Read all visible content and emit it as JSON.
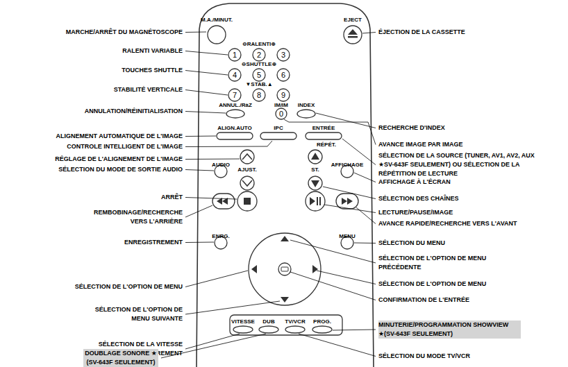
{
  "diagram": {
    "labels": [
      "MARCHE/ARRÊT DU MAGNÉTOSCOPE",
      "RALENTI VARIABLE",
      "TOUCHES SHUTTLE",
      "STABILITÉ VERTICALE",
      "ANNULATION/RÉINITIALISATION",
      "ALIGNEMENT AUTOMATIQUE DE L'IMAGE",
      "CONTROLE INTELLIGENT DE L'IMAGE",
      "RÉGLAGE DE L'ALIGNEMENT DE L'IMAGE",
      "SÉLECTION DU MODE DE SORTIE AUDIO",
      "ARRÊT",
      "REMBOBINAGE/RECHERCHE VERS L'ARRIÈRE",
      "ENREGISTREMENT",
      "SÉLECTION DE L'OPTION DE MENU",
      "SÉLECTION DE L'OPTION DE MENU SUIVANTE",
      "SÉLECTION DE LA VITESSE D'ENREGISTREMENT",
      "DOUBLAGE SONORE ★ (SV-643F SEULEMENT)",
      "ÉJECTION DE LA CASSETTE",
      "RECHERCHE D'INDEX",
      "AVANCE IMAGE PAR IMAGE",
      "SÉLECTION DE LA SOURCE (TUNER, AV1, AV2, AUX ★SV-643F SEULEMENT) OU SÉLECTION DE LA RÉPÉTITION DE LECTURE",
      "AFFICHAGE À L'ÉCRAN",
      "SÉLECTION DES CHAÎNES",
      "LECTURE/PAUSE/IMAGE",
      "AVANCE RAPIDE/RECHERCHE VERS L'AVANT",
      "SÉLECTION DU MENU",
      "SÉLECTION DE L'OPTION DE MENU PRÉCÉDENTE",
      "SÉLECTION DE L'OPTION DE MENU",
      "CONFIRMATION DE L'ENTRÉE",
      "MINUTERIE/PROGRAMMATION SHOWVIEW ★(SV-643F SEULEMENT)",
      "SÉLECTION DU MODE TV/VCR",
      "M.A./MINUT.",
      "EJECT",
      "⊖RALENTI⊕",
      "1",
      "2",
      "3",
      "⊖SHUTTLE⊕",
      "4",
      "5",
      "6",
      "▼STAB.▲",
      "7",
      "8",
      "9",
      "ANNUL./RàZ",
      "IM/IM",
      "INDEX",
      "0",
      "ALIGN.AUTO",
      "IPC",
      "ENTRÉE",
      "RÉPÉT.",
      "AUDIO",
      "AJUST.",
      "ST.",
      "AFFICHAGE",
      "ENRG.",
      "MENU",
      "VITESSE",
      "DUB",
      "TV/VCR",
      "PROG."
    ]
  }
}
